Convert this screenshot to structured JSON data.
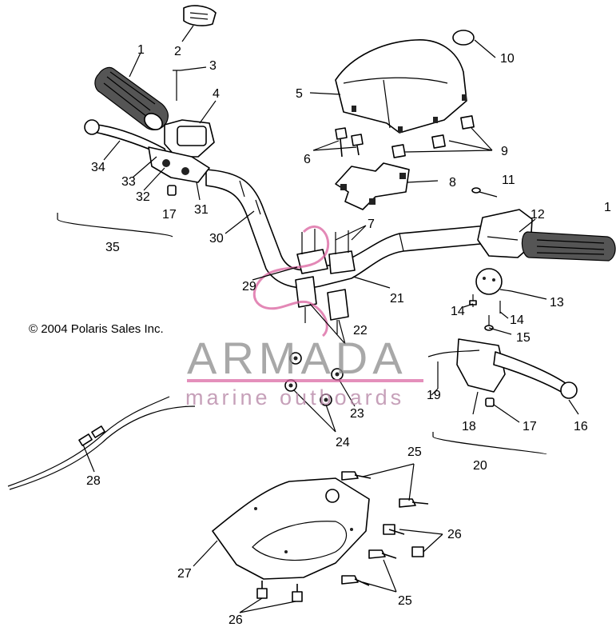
{
  "copyright": "© 2004 Polaris Sales Inc.",
  "watermark": {
    "brand": "ARMADA",
    "tagline": "marine outboards",
    "accent": "#d9609e"
  },
  "callouts": [
    {
      "id": "c1a",
      "text": "1"
    },
    {
      "id": "c1b",
      "text": "1"
    },
    {
      "id": "c2",
      "text": "2"
    },
    {
      "id": "c3",
      "text": "3"
    },
    {
      "id": "c4",
      "text": "4"
    },
    {
      "id": "c5",
      "text": "5"
    },
    {
      "id": "c6",
      "text": "6"
    },
    {
      "id": "c7",
      "text": "7"
    },
    {
      "id": "c8",
      "text": "8"
    },
    {
      "id": "c9",
      "text": "9"
    },
    {
      "id": "c10",
      "text": "10"
    },
    {
      "id": "c11",
      "text": "11"
    },
    {
      "id": "c12",
      "text": "12"
    },
    {
      "id": "c13",
      "text": "13"
    },
    {
      "id": "c14a",
      "text": "14"
    },
    {
      "id": "c14b",
      "text": "14"
    },
    {
      "id": "c15",
      "text": "15"
    },
    {
      "id": "c16",
      "text": "16"
    },
    {
      "id": "c17a",
      "text": "17"
    },
    {
      "id": "c17b",
      "text": "17"
    },
    {
      "id": "c18",
      "text": "18"
    },
    {
      "id": "c19",
      "text": "19"
    },
    {
      "id": "c20",
      "text": "20"
    },
    {
      "id": "c21",
      "text": "21"
    },
    {
      "id": "c22",
      "text": "22"
    },
    {
      "id": "c23",
      "text": "23"
    },
    {
      "id": "c24",
      "text": "24"
    },
    {
      "id": "c25a",
      "text": "25"
    },
    {
      "id": "c25b",
      "text": "25"
    },
    {
      "id": "c26a",
      "text": "26"
    },
    {
      "id": "c26b",
      "text": "26"
    },
    {
      "id": "c27",
      "text": "27"
    },
    {
      "id": "c28",
      "text": "28"
    },
    {
      "id": "c29",
      "text": "29"
    },
    {
      "id": "c30",
      "text": "30"
    },
    {
      "id": "c31",
      "text": "31"
    },
    {
      "id": "c32",
      "text": "32"
    },
    {
      "id": "c33",
      "text": "33"
    },
    {
      "id": "c34",
      "text": "34"
    },
    {
      "id": "c35",
      "text": "35"
    }
  ]
}
